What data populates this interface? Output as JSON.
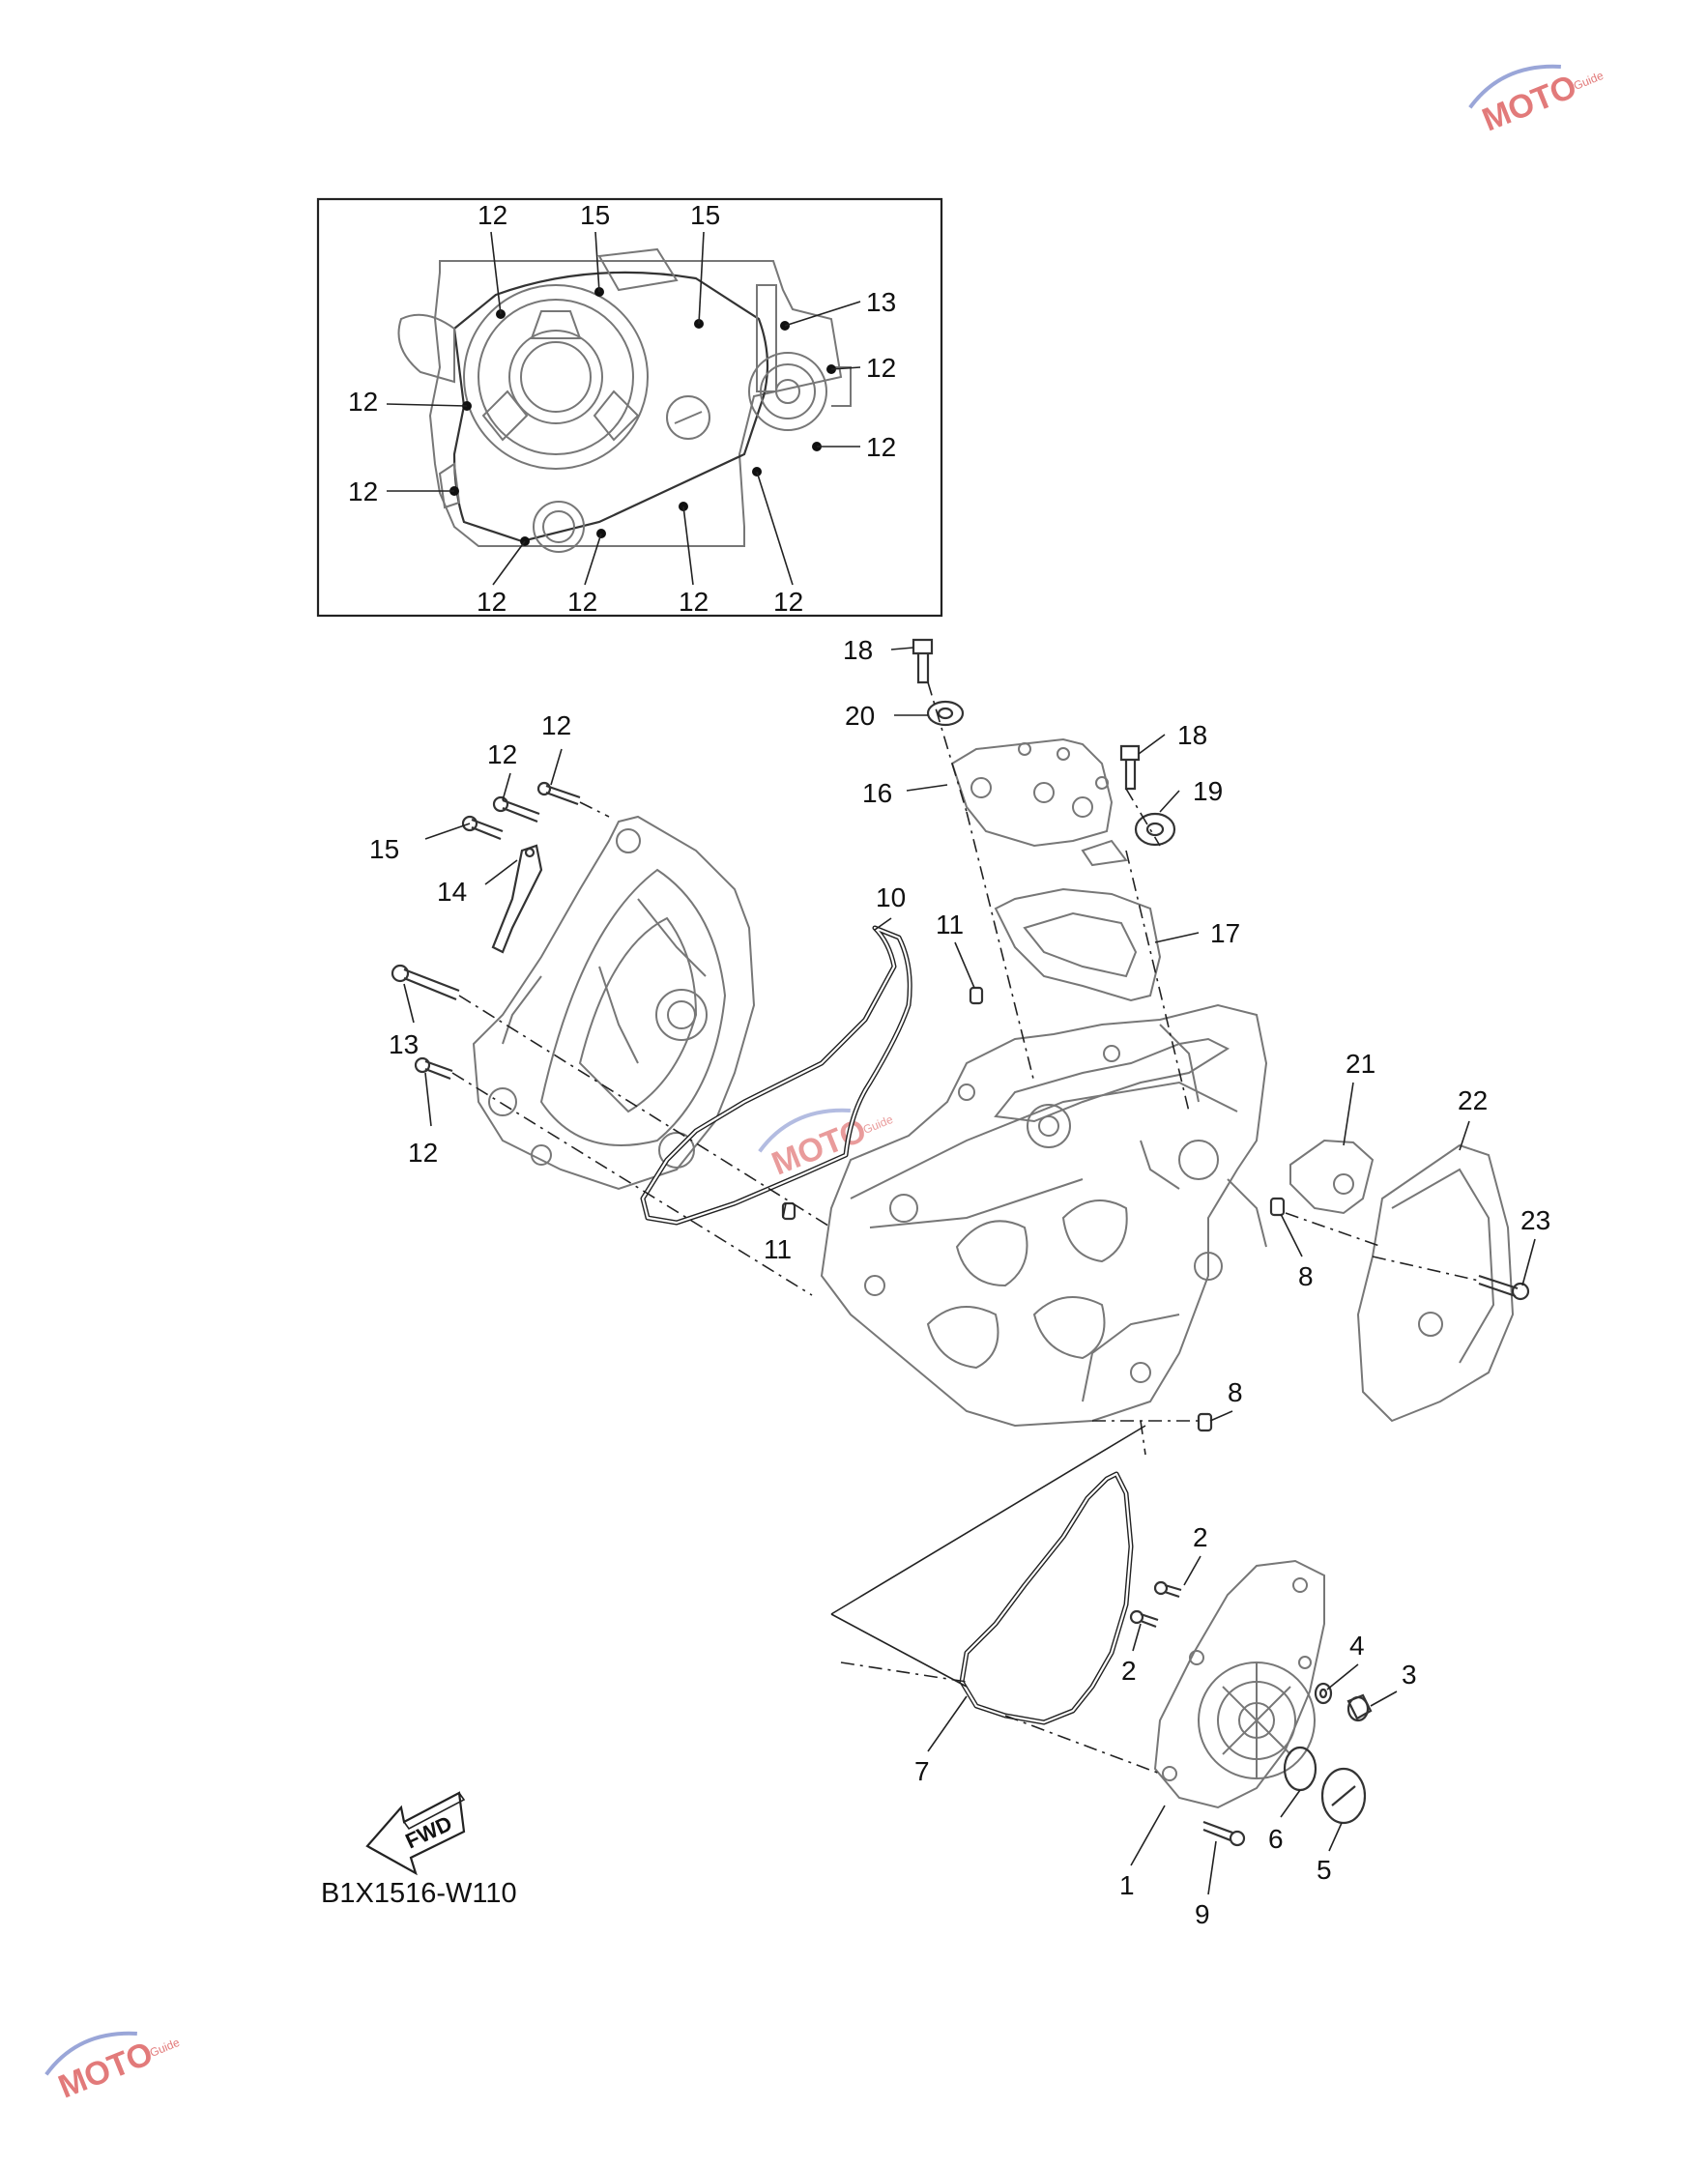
{
  "diagram": {
    "drawing_code": "B1X1516-W110",
    "fwd_label": "FWD",
    "inset_callouts": [
      {
        "label": "12"
      },
      {
        "label": "15"
      },
      {
        "label": "15"
      },
      {
        "label": "13"
      },
      {
        "label": "12"
      },
      {
        "label": "12"
      },
      {
        "label": "12"
      },
      {
        "label": "12"
      },
      {
        "label": "12"
      },
      {
        "label": "12"
      },
      {
        "label": "12"
      },
      {
        "label": "12"
      }
    ],
    "main_callouts": [
      {
        "label": "18"
      },
      {
        "label": "20"
      },
      {
        "label": "16"
      },
      {
        "label": "18"
      },
      {
        "label": "19"
      },
      {
        "label": "17"
      },
      {
        "label": "12"
      },
      {
        "label": "12"
      },
      {
        "label": "15"
      },
      {
        "label": "14"
      },
      {
        "label": "10"
      },
      {
        "label": "11"
      },
      {
        "label": "13"
      },
      {
        "label": "12"
      },
      {
        "label": "11"
      },
      {
        "label": "21"
      },
      {
        "label": "22"
      },
      {
        "label": "23"
      },
      {
        "label": "8"
      },
      {
        "label": "8"
      },
      {
        "label": "2"
      },
      {
        "label": "2"
      },
      {
        "label": "4"
      },
      {
        "label": "3"
      },
      {
        "label": "7"
      },
      {
        "label": "6"
      },
      {
        "label": "5"
      },
      {
        "label": "1"
      },
      {
        "label": "9"
      }
    ]
  },
  "watermark": {
    "brand": "MOTO",
    "sub": "Guide"
  }
}
